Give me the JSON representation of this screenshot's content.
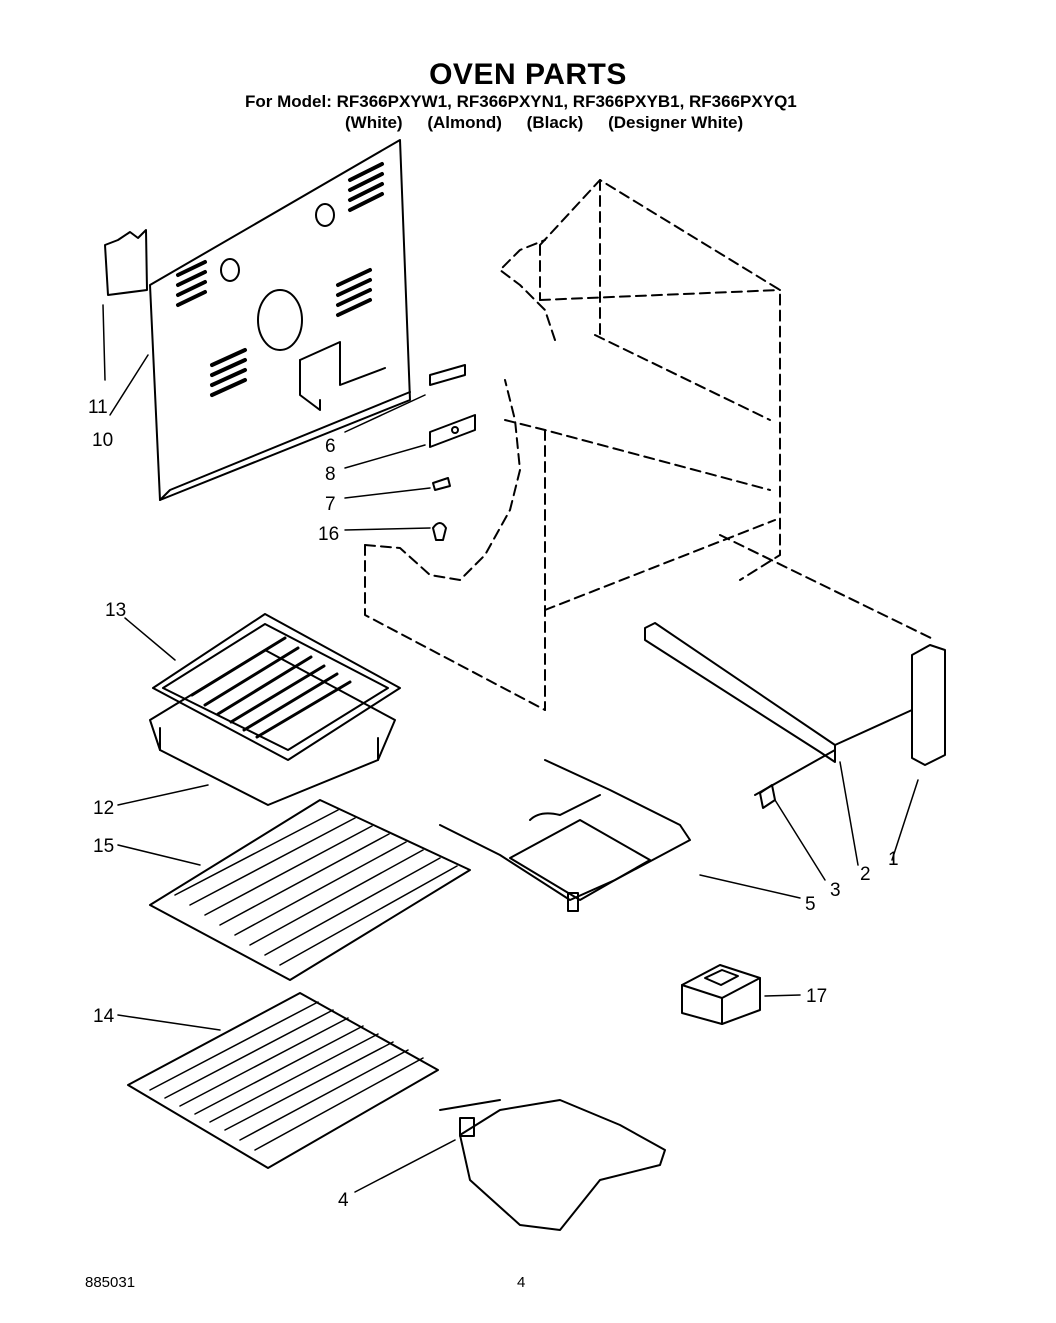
{
  "header": {
    "title": "OVEN PARTS",
    "models_line": "For Model: RF366PXYW1, RF366PXYN1, RF366PXYB1, RF366PXYQ1",
    "colors": [
      "(White)",
      "(Almond)",
      "(Black)",
      "(Designer White)"
    ]
  },
  "callouts": {
    "c1": "1",
    "c2": "2",
    "c3": "3",
    "c4": "4",
    "c5": "5",
    "c6": "6",
    "c7": "7",
    "c8": "8",
    "c10": "10",
    "c11": "11",
    "c12": "12",
    "c13": "13",
    "c14": "14",
    "c15": "15",
    "c16": "16",
    "c17": "17"
  },
  "footer": {
    "doc_number": "885031",
    "page_number": "4"
  }
}
